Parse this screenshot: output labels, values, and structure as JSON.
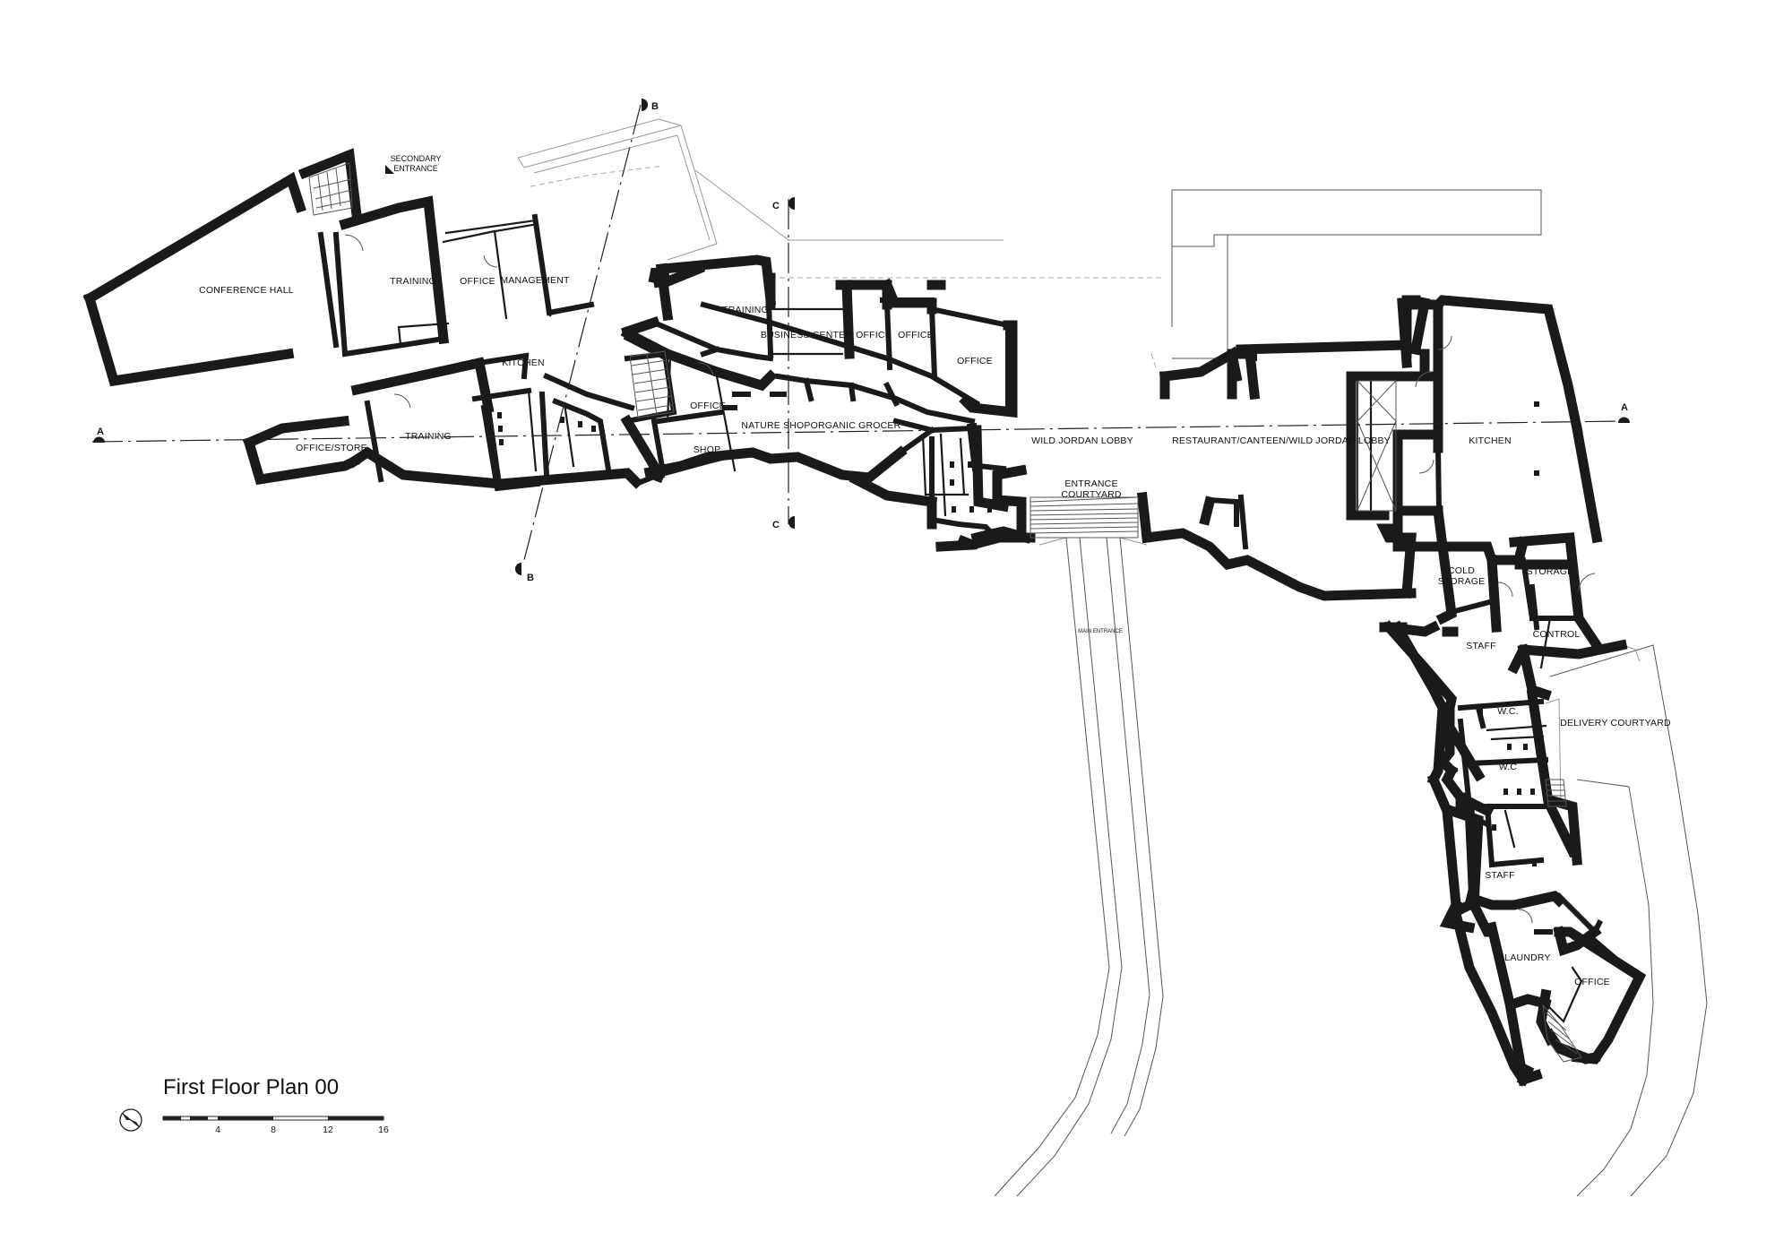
{
  "drawing": {
    "title": "First Floor Plan 00",
    "scale_ticks": [
      "4",
      "8",
      "12",
      "16"
    ]
  },
  "section_markers": {
    "a_left": "A",
    "a_right": "A",
    "b_top": "B",
    "b_bottom": "B",
    "c_top": "C",
    "c_bottom": "C"
  },
  "annotations": {
    "secondary_entrance": [
      "SECONDARY",
      "ENTRANCE"
    ],
    "main_entrance_small": "MAIN ENTRANCE"
  },
  "rooms": {
    "conference_hall": "CONFERENCE HALL",
    "training_1": "TRAINING",
    "office_1": "OFFICE",
    "management": "MANAGEMENT",
    "kitchen_small": "KITCHEN",
    "office_store": "OFFICE/STORE",
    "training_2": "TRAINING",
    "training_3": "TRAINING",
    "business_center": "BUSINESS CENTER",
    "office_2": "OFFICE",
    "office_3": "OFFICE",
    "office_4": "OFFICE",
    "office_5": "OFFICE",
    "nature_shop": "NATURE SHOP",
    "shop": "SHOP",
    "organic_grocer": "ORGANIC GROCER",
    "wild_jordan_lobby": "WILD JORDAN LOBBY",
    "entrance_courtyard": [
      "ENTRANCE",
      "COURTYARD"
    ],
    "restaurant": "RESTAURANT/CANTEEN/WILD JORDAN LOBBY",
    "kitchen_large": "KITCHEN",
    "cold_storage": [
      "COLD",
      "STORAGE"
    ],
    "storage": "STORAGE",
    "staff_1": "STAFF",
    "control": "CONTROL",
    "wc_1": "W.C.",
    "wc_2": "W.C",
    "delivery_courtyard": "DELIVERY COURTYARD",
    "staff_2": "STAFF",
    "laundry": "LAUNDRY",
    "office_6": "OFFICE"
  },
  "colors": {
    "wall": "#1a1a1a",
    "line": "#555555",
    "faint": "#999999",
    "background": "#ffffff"
  }
}
